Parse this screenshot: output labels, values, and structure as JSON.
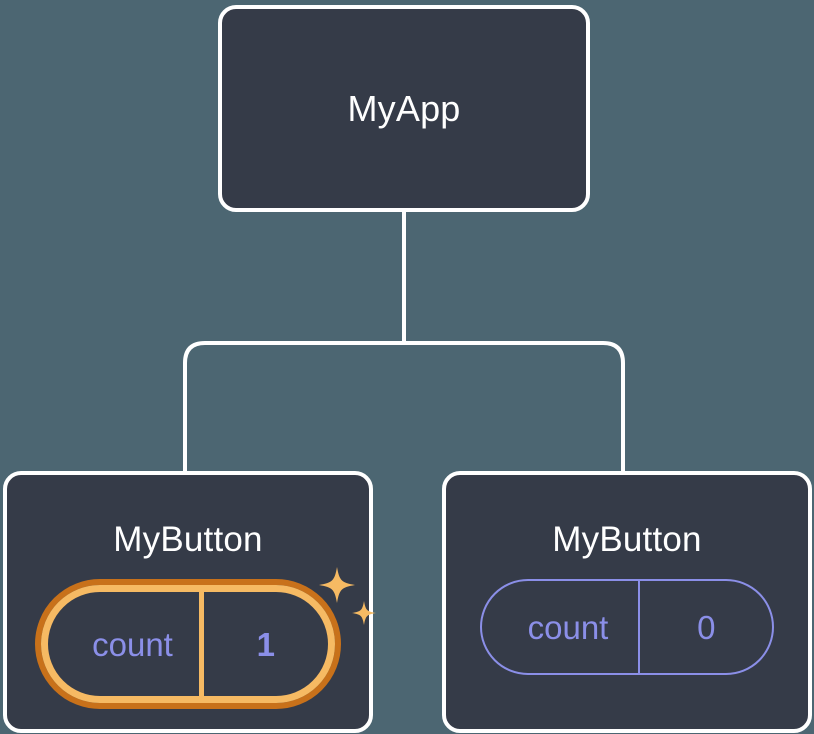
{
  "diagram": {
    "type": "component-tree",
    "background_color": "#4c6672",
    "node_fill_color": "#353b48",
    "node_border_color": "#ffffff",
    "connector_color": "#ffffff",
    "state_color": "#8b8fe8",
    "highlight_outer_color": "#c8711a",
    "highlight_inner_color": "#f6ba63",
    "sparkle_color": "#f6ba63",
    "nodes": {
      "root": {
        "title": "MyApp"
      },
      "child_left": {
        "title": "MyButton",
        "state": {
          "key": "count",
          "value": "1"
        },
        "highlighted": true,
        "sparkle_icon": "sparkles-icon"
      },
      "child_right": {
        "title": "MyButton",
        "state": {
          "key": "count",
          "value": "0"
        },
        "highlighted": false
      }
    },
    "edges": [
      {
        "from": "root",
        "to": "child_left"
      },
      {
        "from": "root",
        "to": "child_right"
      }
    ]
  }
}
